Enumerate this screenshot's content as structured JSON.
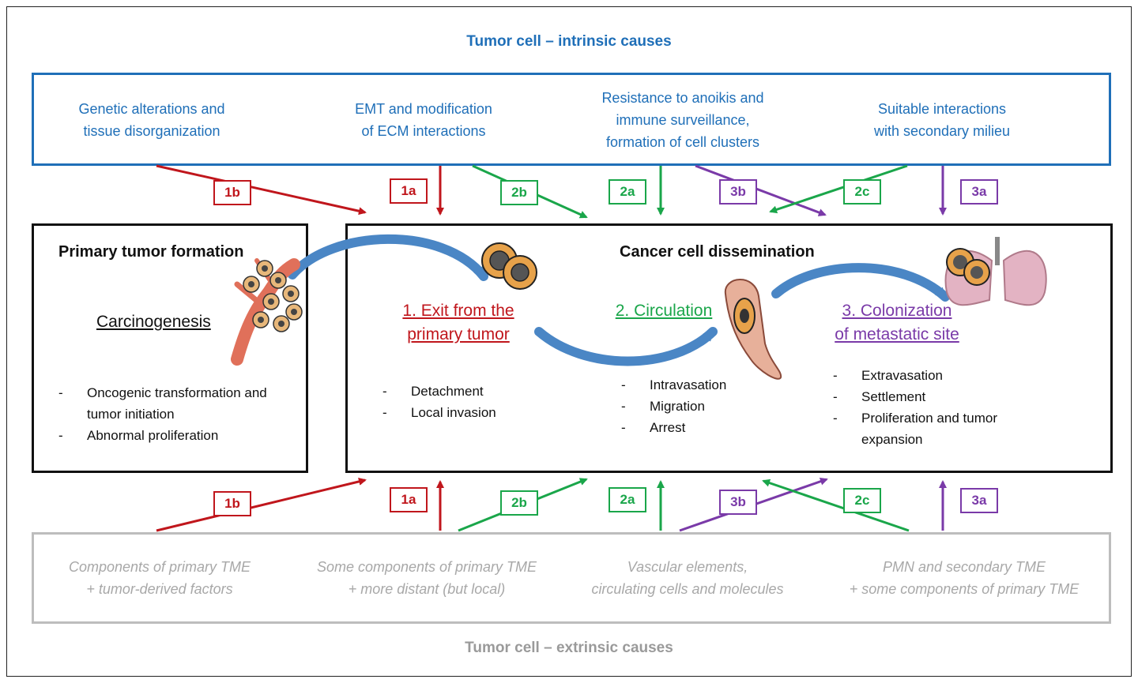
{
  "header": {
    "title": "Tumor cell – intrinsic causes"
  },
  "footer": {
    "title": "Tumor cell – extrinsic causes"
  },
  "intrinsic": [
    {
      "lines": [
        "Genetic alterations and",
        "tissue disorganization"
      ]
    },
    {
      "lines": [
        "EMT and modification",
        "of ECM interactions"
      ]
    },
    {
      "lines": [
        "Resistance to anoikis and",
        "immune surveillance,",
        "formation of cell clusters"
      ]
    },
    {
      "lines": [
        "Suitable interactions",
        "with secondary milieu"
      ]
    }
  ],
  "extrinsic": [
    {
      "lines": [
        "Components of primary TME",
        "+ tumor-derived factors"
      ]
    },
    {
      "lines": [
        "Some components of primary TME",
        "+ more distant (but local)"
      ]
    },
    {
      "lines": [
        "Vascular elements,",
        "circulating cells and molecules"
      ]
    },
    {
      "lines": [
        "PMN and secondary TME",
        "+ some components of primary TME"
      ]
    }
  ],
  "primary": {
    "title": "Primary tumor formation",
    "subtitle": "Carcinogenesis",
    "items": [
      "Oncogenic transformation and tumor initiation",
      "Abnormal proliferation"
    ]
  },
  "dissemination": {
    "title": "Cancer cell dissemination",
    "steps": [
      {
        "label_lines": [
          "1. Exit from the",
          "primary tumor"
        ],
        "color": "#c0161c",
        "items": [
          "Detachment",
          "Local invasion"
        ]
      },
      {
        "label_lines": [
          "2. Circulation"
        ],
        "color": "#1aa64a",
        "items": [
          "Intravasation",
          "Migration",
          "Arrest"
        ]
      },
      {
        "label_lines": [
          "3. Colonization",
          "of metastatic site"
        ],
        "color": "#7a3aa8",
        "items": [
          "Extravasation",
          "Settlement",
          "Proliferation and tumor expansion"
        ]
      }
    ]
  },
  "badges": {
    "top": [
      "1b",
      "1a",
      "2b",
      "2a",
      "3b",
      "2c",
      "3a"
    ],
    "bottom": [
      "1b",
      "1a",
      "2b",
      "2a",
      "3b",
      "2c",
      "3a"
    ]
  },
  "colors": {
    "intrinsic": "#1f6fb8",
    "extrinsic": "#bdbdbd",
    "red": "#c0161c",
    "green": "#1aa64a",
    "purple": "#7a3aa8",
    "flow": "#4a86c5"
  }
}
